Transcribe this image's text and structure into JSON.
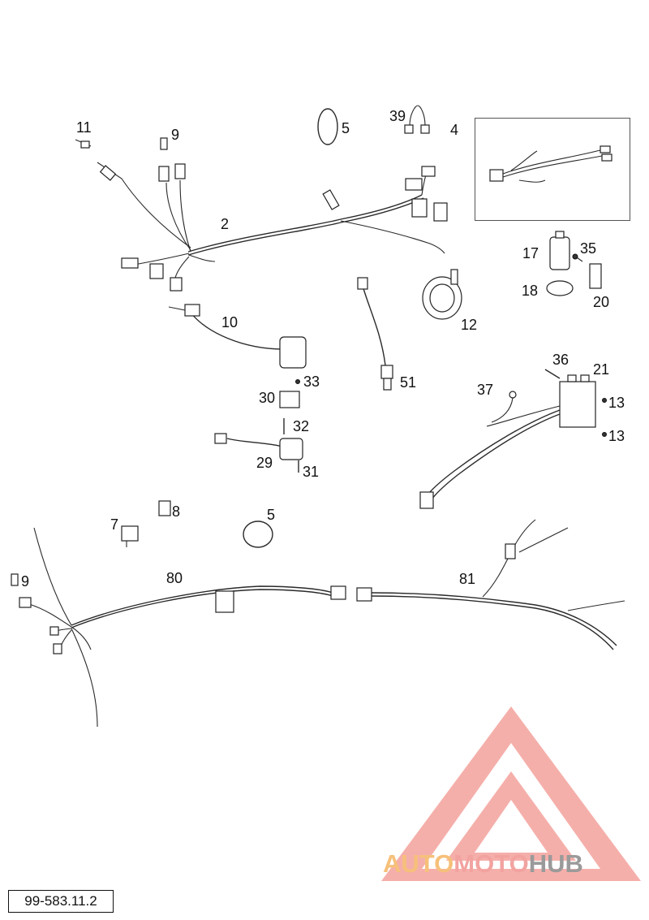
{
  "diagram": {
    "part_labels": {
      "p11": "11",
      "p9a": "9",
      "p5a": "5",
      "p39": "39",
      "p4": "4",
      "p2": "2",
      "p17": "17",
      "p35": "35",
      "p18": "18",
      "p20": "20",
      "p12": "12",
      "p10": "10",
      "p33": "33",
      "p51": "51",
      "p36": "36",
      "p21": "21",
      "p37": "37",
      "p13a": "13",
      "p30": "30",
      "p32": "32",
      "p13b": "13",
      "p29": "29",
      "p31": "31",
      "p8": "8",
      "p7": "7",
      "p5b": "5",
      "p80": "80",
      "p81": "81",
      "p9b": "9"
    },
    "drawing_code": "99-583.11.2",
    "watermark": {
      "part1": "AUTO",
      "part2": "MOTO",
      "part3": "HUB",
      "colors": {
        "auto": "#f6c07a",
        "moto": "#f2a3a0",
        "hub": "#9a9a9a",
        "logo": "#f08d8a"
      }
    }
  }
}
